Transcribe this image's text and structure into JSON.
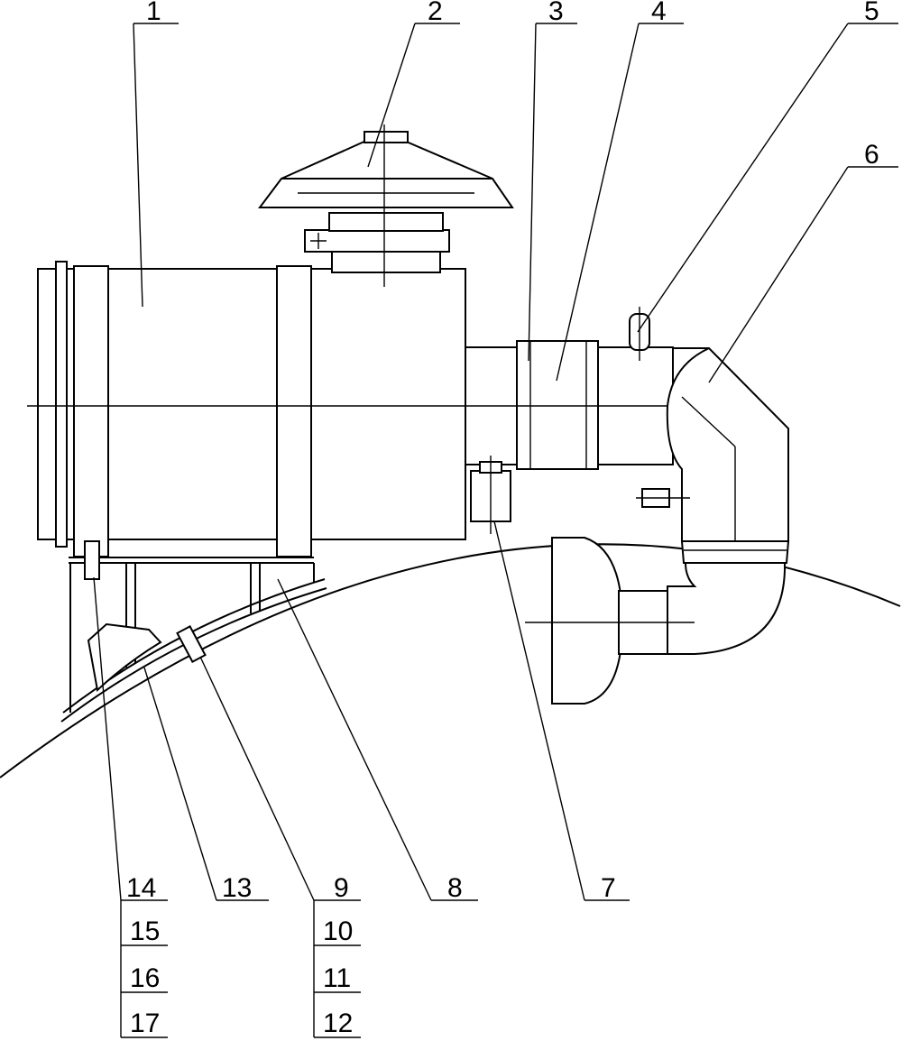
{
  "top_labels": [
    "1",
    "2",
    "3",
    "4",
    "5",
    "6"
  ],
  "bottom_labels": [
    "14",
    "13",
    "9",
    "8",
    "7"
  ],
  "stack_left": [
    "15",
    "16",
    "17"
  ],
  "stack_right": [
    "10",
    "11",
    "12"
  ]
}
